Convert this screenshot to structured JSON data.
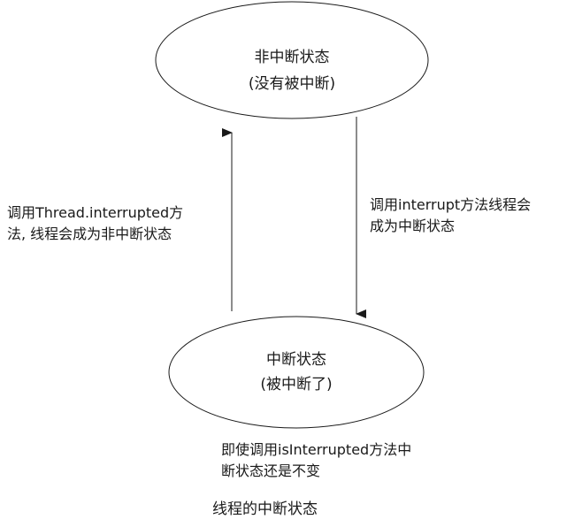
{
  "states": {
    "top": {
      "line1": "非中断状态",
      "line2": "(没有被中断)"
    },
    "bottom": {
      "line1": "中断状态",
      "line2": "(被中断了)"
    }
  },
  "transitions": {
    "to_non_interrupted": {
      "line1": "调用Thread.interrupted方",
      "line2": "法, 线程会成为非中断状态"
    },
    "to_interrupted": {
      "line1": "调用interrupt方法线程会",
      "line2": "成为中断状态"
    }
  },
  "note": {
    "line1": "即使调用isInterrupted方法中",
    "line2": "断状态还是不变"
  },
  "caption": "线程的中断状态"
}
